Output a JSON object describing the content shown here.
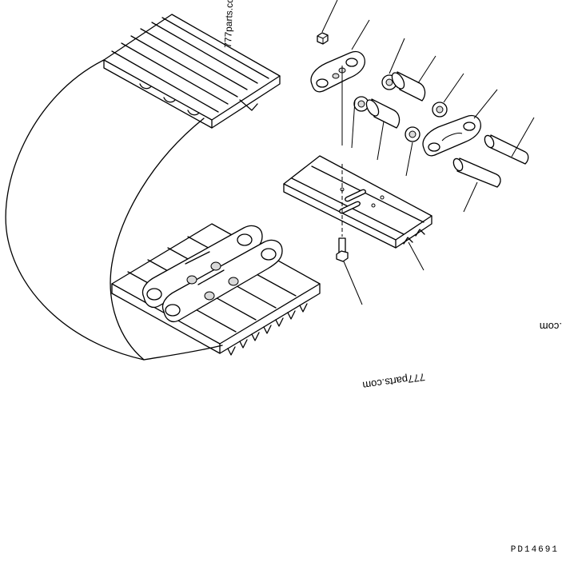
{
  "watermarks": {
    "top": "777parts.co",
    "center": "777parts.com",
    "right": ".com"
  },
  "diagram_code": "PD14691"
}
